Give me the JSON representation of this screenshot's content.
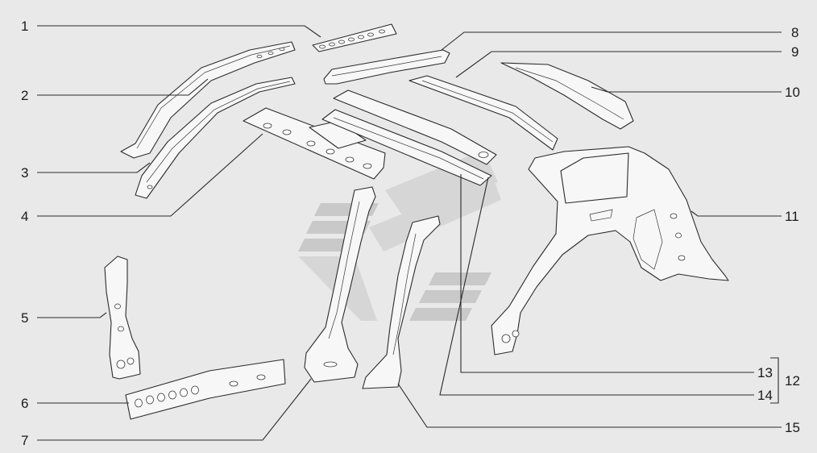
{
  "callouts": {
    "c1": "1",
    "c2": "2",
    "c3": "3",
    "c4": "4",
    "c5": "5",
    "c6": "6",
    "c7": "7",
    "c8": "8",
    "c9": "9",
    "c10": "10",
    "c11": "11",
    "c12": "12",
    "c13": "13",
    "c14": "14",
    "c15": "15"
  },
  "colors": {
    "background": "#e9e9e9",
    "part_fill": "#f7f7f7",
    "outline": "#2b2b2b",
    "watermark": "#c9c9c9"
  },
  "icons": {
    "watermark": "brand-logo-watermark"
  }
}
